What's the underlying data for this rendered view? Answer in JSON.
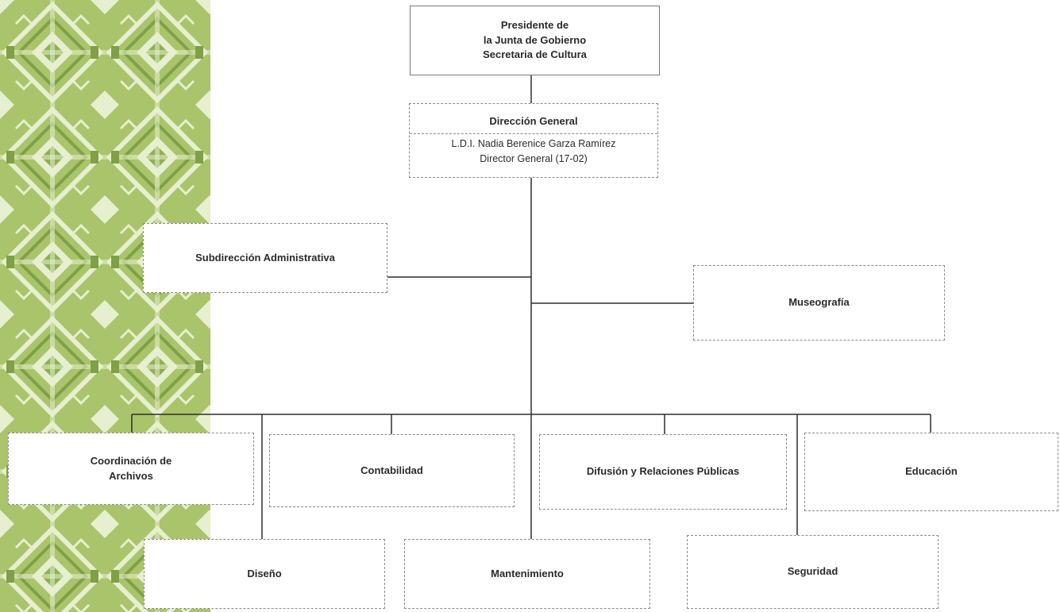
{
  "org": {
    "president": {
      "line1": "Presidente de",
      "line2": "la Junta de Gobierno",
      "line3": "Secretaria de Cultura"
    },
    "director": {
      "title": "Dirección General",
      "name": "L.D.I. Nadia Berenice Garza Ramírez",
      "position": "Director General (17-02)"
    },
    "units": {
      "subdireccion": "Subdirección Administrativa",
      "museografia": "Museografía",
      "coordinacion_line1": "Coordinación de",
      "coordinacion_line2": "Archivos",
      "contabilidad": "Contabilidad",
      "difusion": "Difusión y Relaciones Públicas",
      "educacion": "Educación",
      "diseno": "Diseño",
      "mantenimiento": "Mantenimiento",
      "seguridad": "Seguridad"
    }
  },
  "colors": {
    "pattern_base": "#a9c46b",
    "pattern_light": "#e6efcf",
    "pattern_dark": "#7fa046",
    "line": "#2e2e2e"
  }
}
